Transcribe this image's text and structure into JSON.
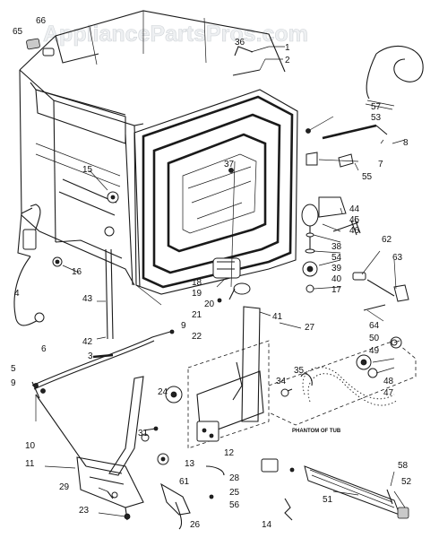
{
  "watermark": "AppliancePartsPros.com",
  "note": "PHANTOM OF TUB",
  "callouts": {
    "c1": "1",
    "c2": "2",
    "c3": "3",
    "c4": "4",
    "c5": "5",
    "c6": "6",
    "c7": "7",
    "c8": "8",
    "c9a": "9",
    "c9b": "9",
    "c10": "10",
    "c11": "11",
    "c12": "12",
    "c13": "13",
    "c14": "14",
    "c15": "15",
    "c16": "16",
    "c17": "17",
    "c18": "18",
    "c19": "19",
    "c20": "20",
    "c21": "21",
    "c22": "22",
    "c23": "23",
    "c24": "24",
    "c25": "25",
    "c26": "26",
    "c27": "27",
    "c28": "28",
    "c29": "29",
    "c31": "31",
    "c34": "34",
    "c35": "35",
    "c36": "36",
    "c37": "37",
    "c38": "38",
    "c39": "39",
    "c40": "40",
    "c41": "41",
    "c42": "42",
    "c43": "43",
    "c44": "44",
    "c45": "45",
    "c46": "46",
    "c47": "47",
    "c48": "48",
    "c49": "49",
    "c50": "50",
    "c51": "51",
    "c52": "52",
    "c53": "53",
    "c54": "54",
    "c55": "55",
    "c56": "56",
    "c57": "57",
    "c58": "58",
    "c61": "61",
    "c62": "62",
    "c63": "63",
    "c64": "64",
    "c65": "65",
    "c66": "66"
  }
}
